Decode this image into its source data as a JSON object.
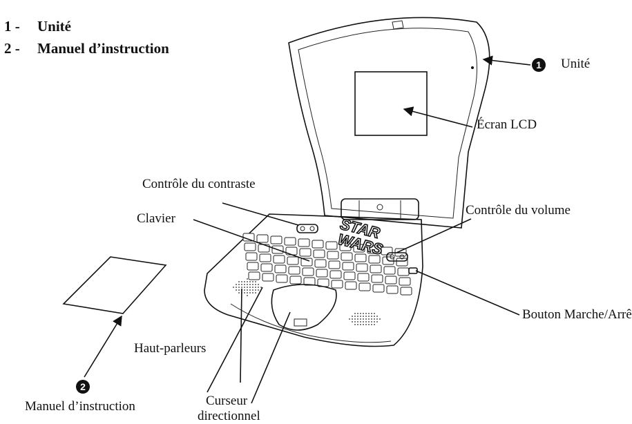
{
  "contents": [
    {
      "number": "1 -",
      "label": "Unité"
    },
    {
      "number": "2 -",
      "label": "Manuel d’instruction"
    }
  ],
  "device": {
    "brand_logo": [
      "STAR",
      "WARS"
    ]
  },
  "callouts": {
    "unit": {
      "badge": "1",
      "label": "Unité"
    },
    "lcd_screen": {
      "label": "Écran LCD"
    },
    "contrast_control": {
      "label": "Contrôle du contraste"
    },
    "volume_control": {
      "label": "Contrôle du volume"
    },
    "keyboard": {
      "label": "Clavier"
    },
    "power_button": {
      "label": "Bouton Marche/Arrêt"
    },
    "speakers": {
      "label": "Haut-parleurs"
    },
    "manual": {
      "badge": "2",
      "label": "Manuel d’instruction"
    },
    "cursor": {
      "label_line1": "Curseur",
      "label_line2": "directionnel"
    }
  },
  "colors": {
    "ink": "#111111",
    "background": "#ffffff"
  }
}
